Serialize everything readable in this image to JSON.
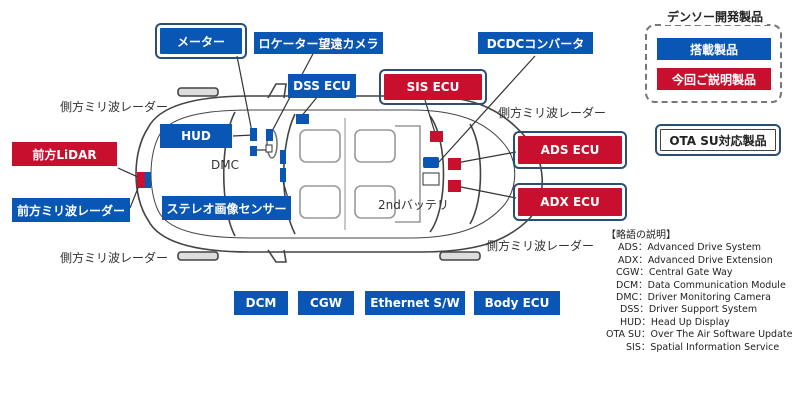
{
  "labels": {
    "meter": "メーター",
    "locator_camera": "ロケーター望遠カメラ",
    "dcdc": "DCDCコンバータ",
    "dss_ecu": "DSS ECU",
    "sis_ecu": "SIS ECU",
    "hud": "HUD",
    "front_lidar": "前方LiDAR",
    "ads_ecu": "ADS ECU",
    "adx_ecu": "ADX ECU",
    "front_radar": "前方ミリ波レーダー",
    "stereo_camera": "ステレオ画像センサー",
    "dcm": "DCM",
    "cgw": "CGW",
    "ethernet_sw": "Ethernet S/W",
    "body_ecu": "Body ECU",
    "ota_su": "OTA SU対応製品"
  },
  "plain_text": {
    "side_radar_tl": "側方ミリ波レーダー",
    "side_radar_tr": "側方ミリ波レーダー",
    "side_radar_bl": "側方ミリ波レーダー",
    "side_radar_br": "側方ミリ波レーダー",
    "dmc": "DMC",
    "second_battery": "2ndバッテリ"
  },
  "legend": {
    "title": "デンソー開発製品",
    "mounted": "搭載製品",
    "explained": "今回ご説明製品"
  },
  "abbreviations": {
    "title": "【略語の説明】",
    "items": [
      "ADS：Advanced Drive System",
      "ADX：Advanced Drive Extension",
      "CGW：Central Gate Way",
      "DCM：Data Communication Module",
      "DMC：Driver Monitoring Camera",
      "DSS：Driver Support System",
      "HUD：Head Up Display",
      "OTA SU：Over The Air Software Update",
      "SIS：Spatial Information Service"
    ]
  },
  "colors": {
    "mounted": "#0a56b5",
    "explained": "#c8102e",
    "frame": "#2b4f72"
  }
}
